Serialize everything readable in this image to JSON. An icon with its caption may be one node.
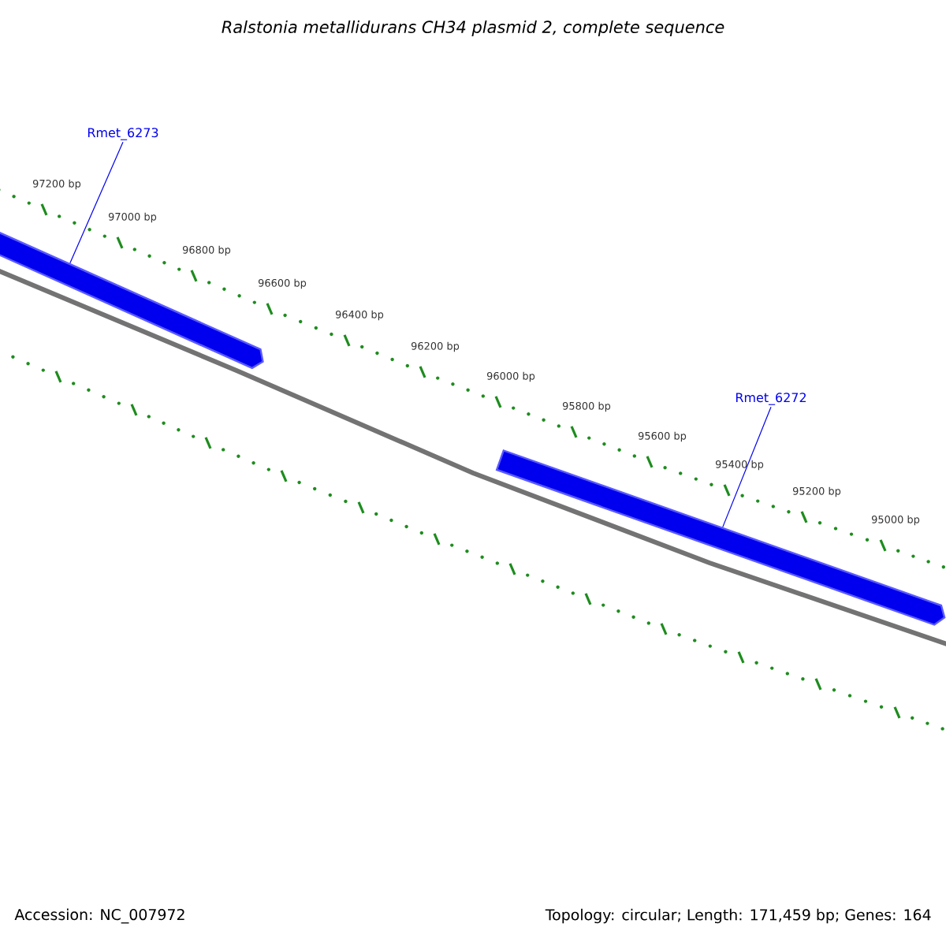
{
  "diagram": {
    "title": "Ralstonia metallidurans CH34 plasmid 2, complete sequence",
    "nodes": [
      {
        "text": [
          "Rmet_6273"
        ]
      },
      {
        "text": [],
        "shape": "arrow"
      },
      {
        "text": [
          "Rmet_6272"
        ]
      },
      {
        "text": [],
        "shape": "arrow"
      }
    ],
    "edges": [
      {
        "from": 0,
        "to": 1,
        "arrow": "none"
      },
      {
        "from": 2,
        "to": 3,
        "arrow": "none"
      }
    ],
    "labels": [
      "97200 bp",
      "97000 bp",
      "96800 bp",
      "96600 bp",
      "96400 bp",
      "96200 bp",
      "96000 bp",
      "95800 bp",
      "95600 bp",
      "95400 bp",
      "95200 bp",
      "95000 bp",
      "Accession: NC_007972",
      "Topology: circular; Length: 171,459 bp; Genes: 164"
    ]
  }
}
